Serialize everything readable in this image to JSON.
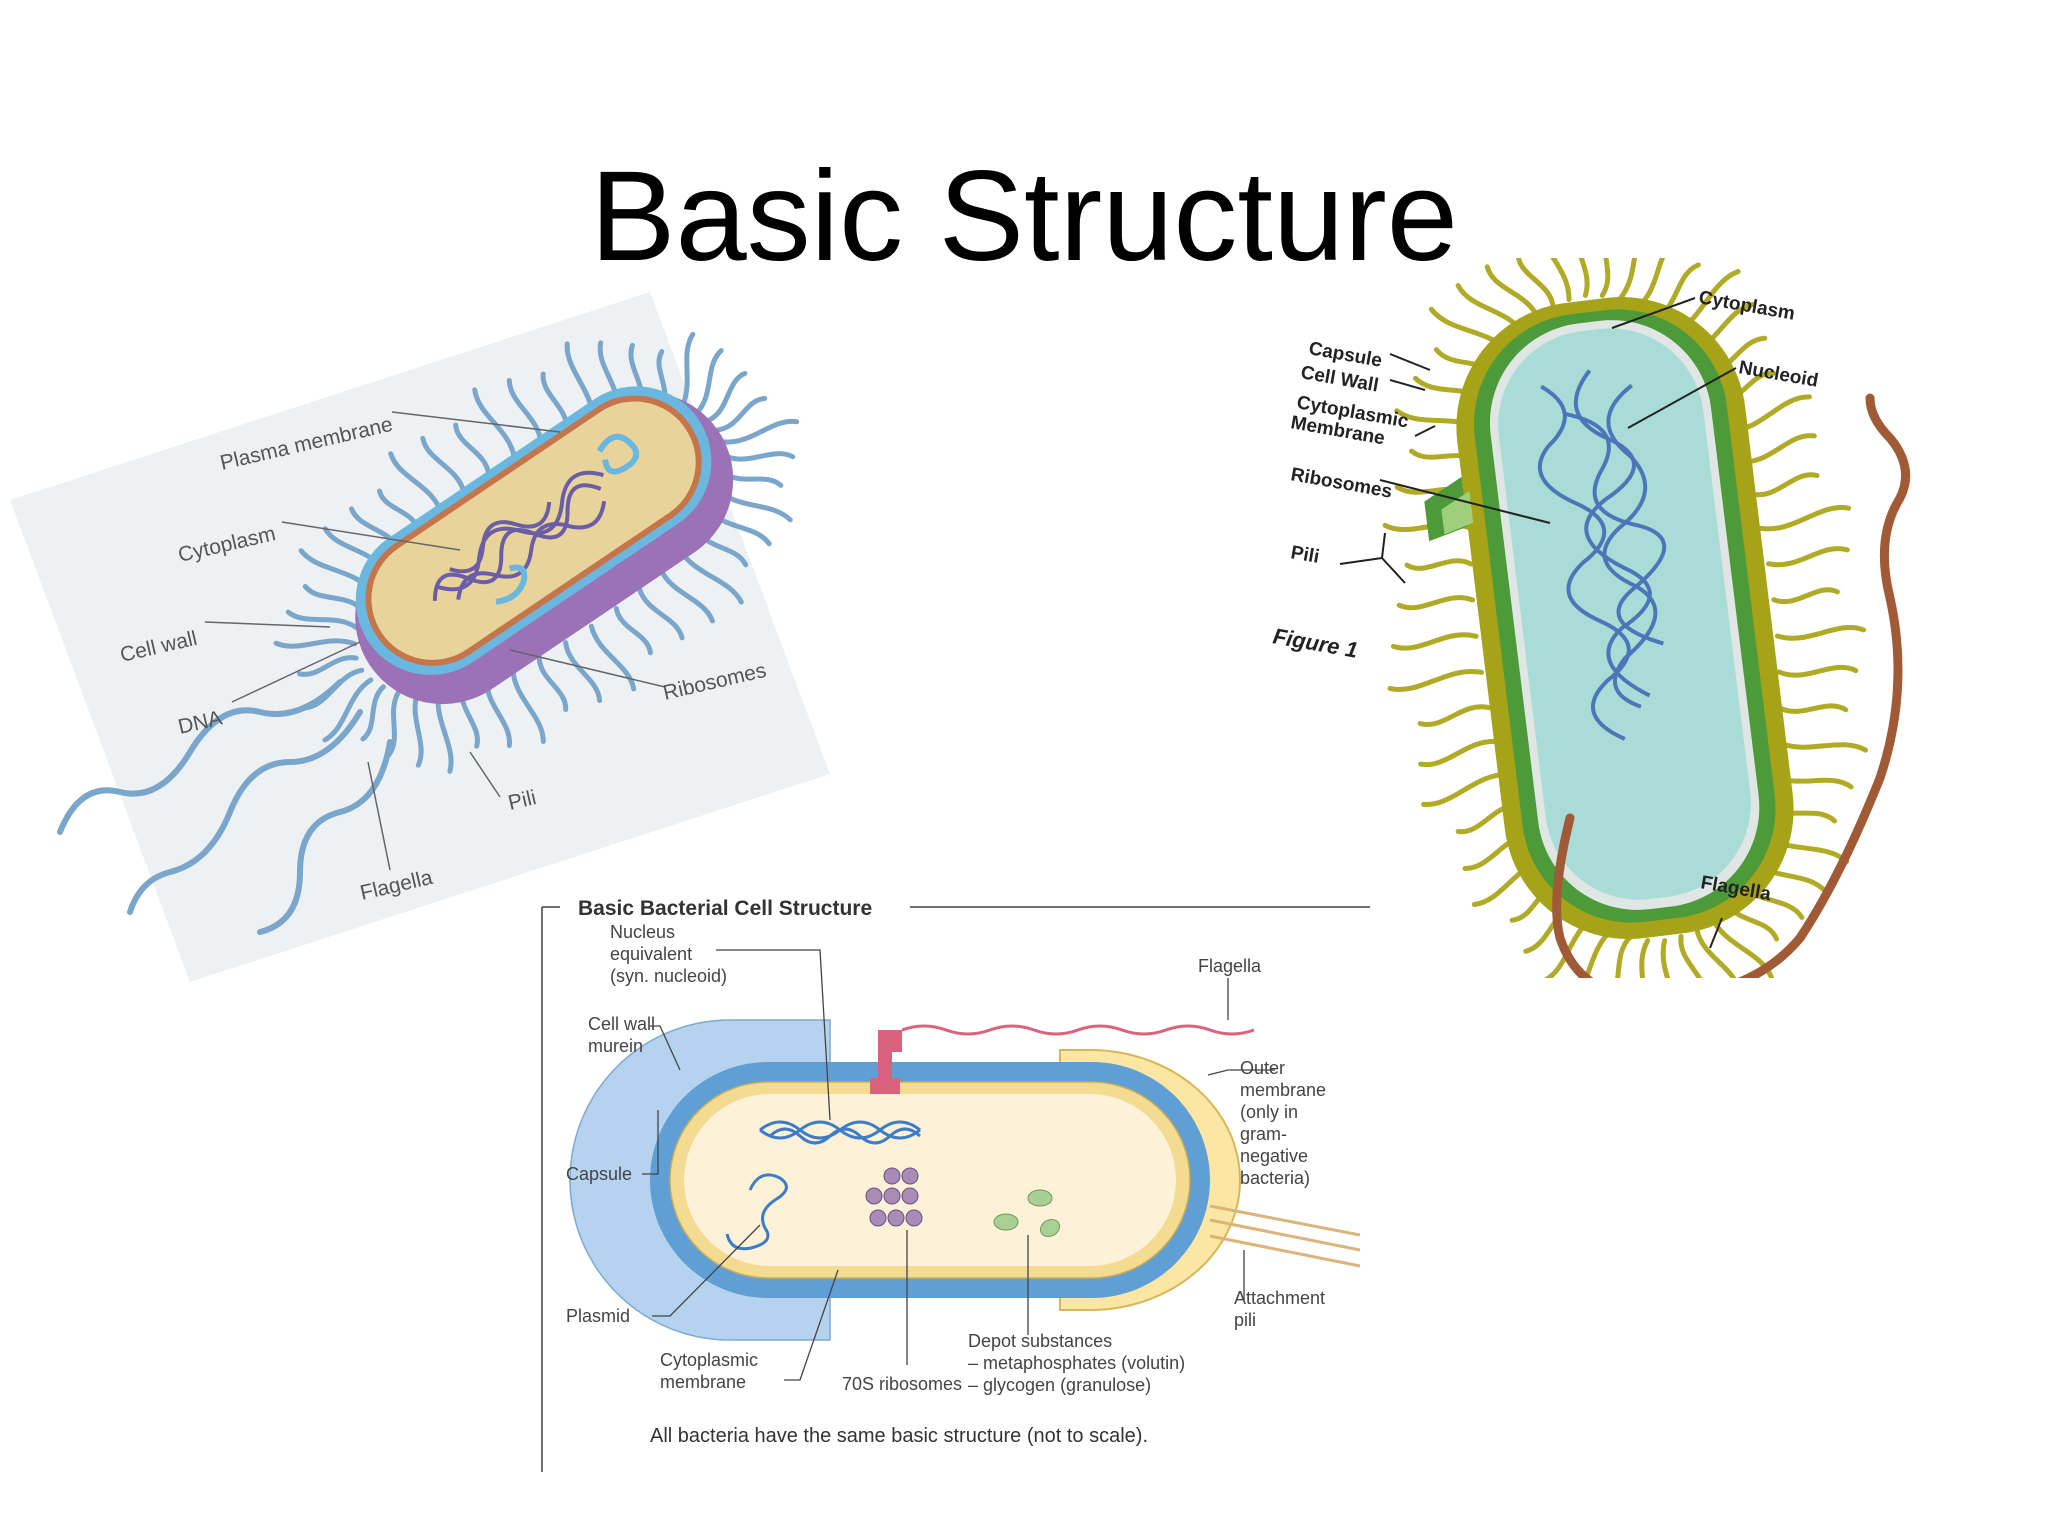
{
  "slide": {
    "title": "Basic Structure"
  },
  "left_diagram": {
    "labels": {
      "plasma_membrane": "Plasma membrane",
      "cytoplasm": "Cytoplasm",
      "cell_wall": "Cell wall",
      "dna": "DNA",
      "ribosomes": "Ribosomes",
      "pili": "Pili",
      "flagella": "Flagella"
    },
    "colors": {
      "background": "#eef1f3",
      "outer": "#9b72b8",
      "wall": "#6ab7df",
      "cytoplasm": "#e8d49a",
      "dna": "#6b5ea6",
      "pili": "#7aa6cc"
    }
  },
  "right_diagram": {
    "labels": {
      "cytoplasm": "Cytoplasm",
      "capsule": "Capsule",
      "cell_wall": "Cell Wall",
      "cytoplasmic_membrane_1": "Cytoplasmic",
      "cytoplasmic_membrane_2": "Membrane",
      "nucleoid": "Nucleoid",
      "ribosomes": "Ribosomes",
      "pili": "Pili",
      "figure": "Figure 1",
      "flagella": "Flagella"
    },
    "colors": {
      "capsule": "#a6a318",
      "wall": "#4d9a3a",
      "cytoplasm": "#a9dcd6",
      "nucleoid": "#4b77b8",
      "flagellum": "#a05a35"
    }
  },
  "bottom_diagram": {
    "title": "Basic Bacterial Cell Structure",
    "labels": {
      "nucleus_1": "Nucleus",
      "nucleus_2": "equivalent",
      "nucleus_3": "(syn. nucleoid)",
      "cell_wall_1": "Cell wall",
      "cell_wall_2": "murein",
      "capsule": "Capsule",
      "plasmid": "Plasmid",
      "cyto_membrane_1": "Cytoplasmic",
      "cyto_membrane_2": "membrane",
      "ribosomes": "70S ribosomes",
      "depot_1": "Depot substances",
      "depot_2": "– metaphosphates (volutin)",
      "depot_3": "– glycogen (granulose)",
      "flagella": "Flagella",
      "outer_1": "Outer",
      "outer_2": "membrane",
      "outer_3": "(only in",
      "outer_4": "gram-",
      "outer_5": "negative",
      "outer_6": "bacteria)",
      "pili_1": "Attachment",
      "pili_2": "pili"
    },
    "caption": "All bacteria have the same basic structure (not to scale).",
    "colors": {
      "capsule": "#b5d3ef",
      "wall": "#5f9fd6",
      "cytoplasm": "#fdf1d8",
      "membrane": "#f3dc92",
      "flagellum": "#d9627c",
      "ribosome": "#a98bb8",
      "granule": "#a9cf95"
    }
  }
}
